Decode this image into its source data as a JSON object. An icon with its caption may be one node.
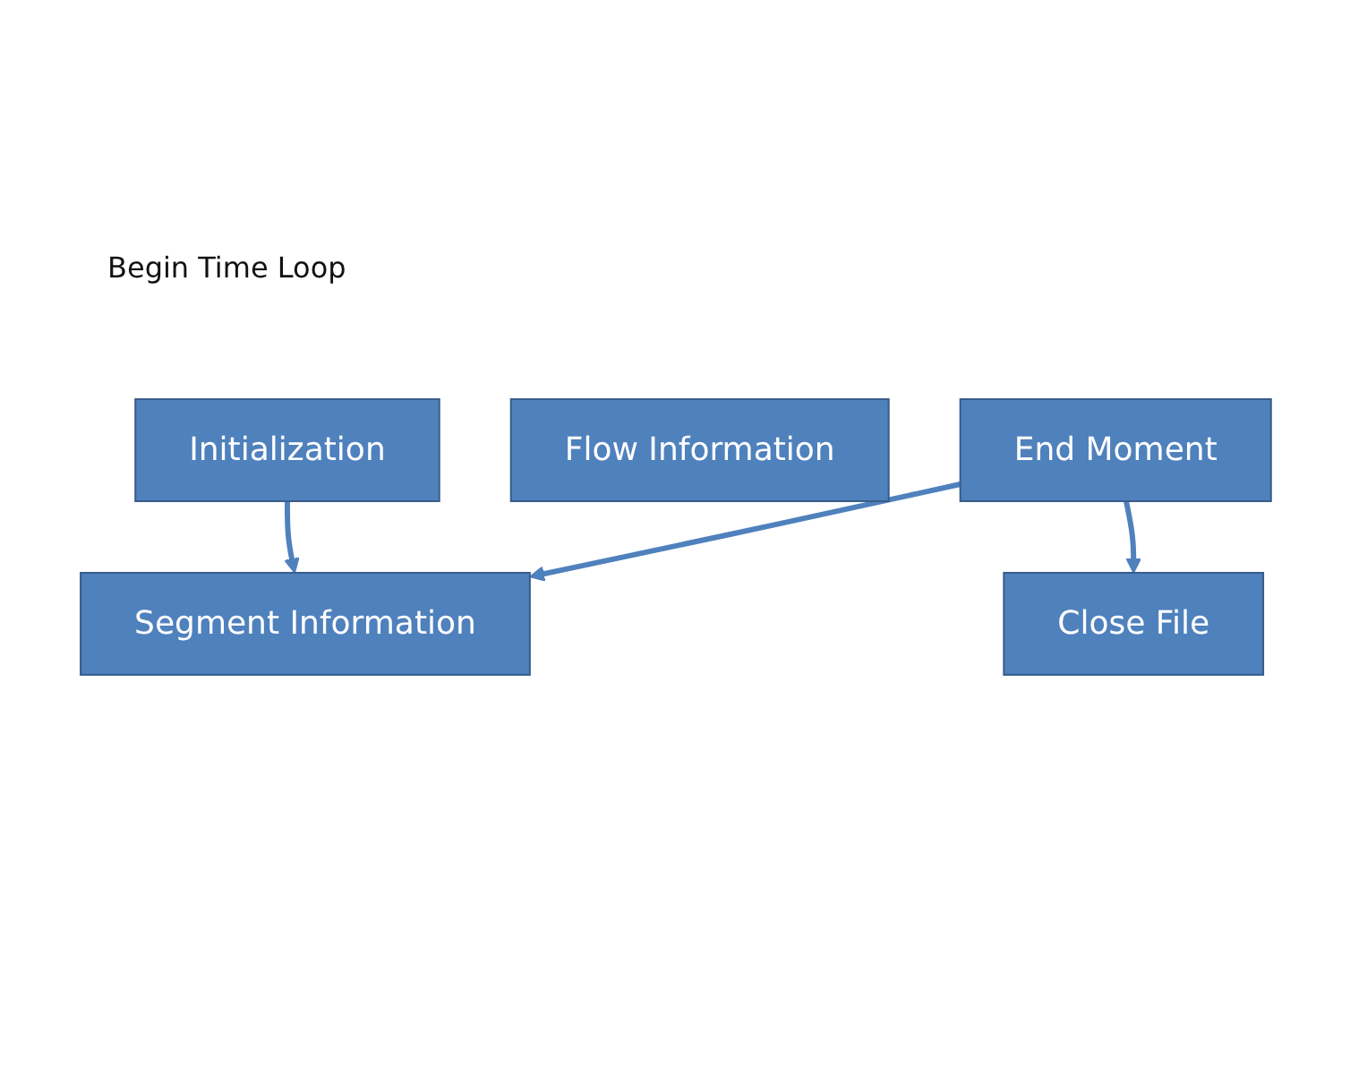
{
  "diagram": {
    "nodes": [
      {
        "text": [
          "Initialization"
        ]
      },
      {
        "text": [
          "Segment Information"
        ]
      },
      {
        "text": [
          "Flow Information"
        ]
      },
      {
        "text": [
          "End Moment"
        ]
      },
      {
        "text": [
          "Close File"
        ]
      }
    ],
    "edges": [
      {
        "from": 0,
        "to": 1,
        "arrow": "to"
      },
      {
        "from": 3,
        "to": 1,
        "arrow": "to"
      },
      {
        "from": 3,
        "to": 4,
        "arrow": "to"
      }
    ],
    "labels": [
      "Begin Time Loop"
    ]
  }
}
